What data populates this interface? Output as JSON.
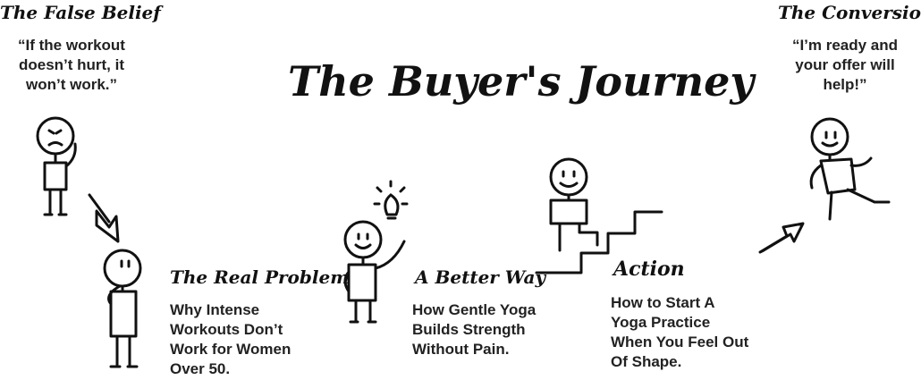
{
  "title": "The Buyer's Journey",
  "stages": [
    {
      "heading": "The False Belief",
      "lines": [
        "“If the workout",
        "doesn’t hurt, it",
        "won’t work.”"
      ]
    },
    {
      "heading": "The Real Problem",
      "lines": [
        "Why Intense",
        "Workouts Don’t",
        "Work for Women",
        "Over 50."
      ]
    },
    {
      "heading": "A Better Way",
      "lines": [
        "How Gentle Yoga",
        "Builds Strength",
        "Without Pain."
      ]
    },
    {
      "heading": "Action",
      "lines": [
        "How to Start A",
        "Yoga Practice",
        "When You Feel Out",
        "Of Shape."
      ]
    },
    {
      "heading": "The Conversion!",
      "lines": [
        "“I’m ready and",
        "your offer will",
        "help!”"
      ]
    }
  ]
}
